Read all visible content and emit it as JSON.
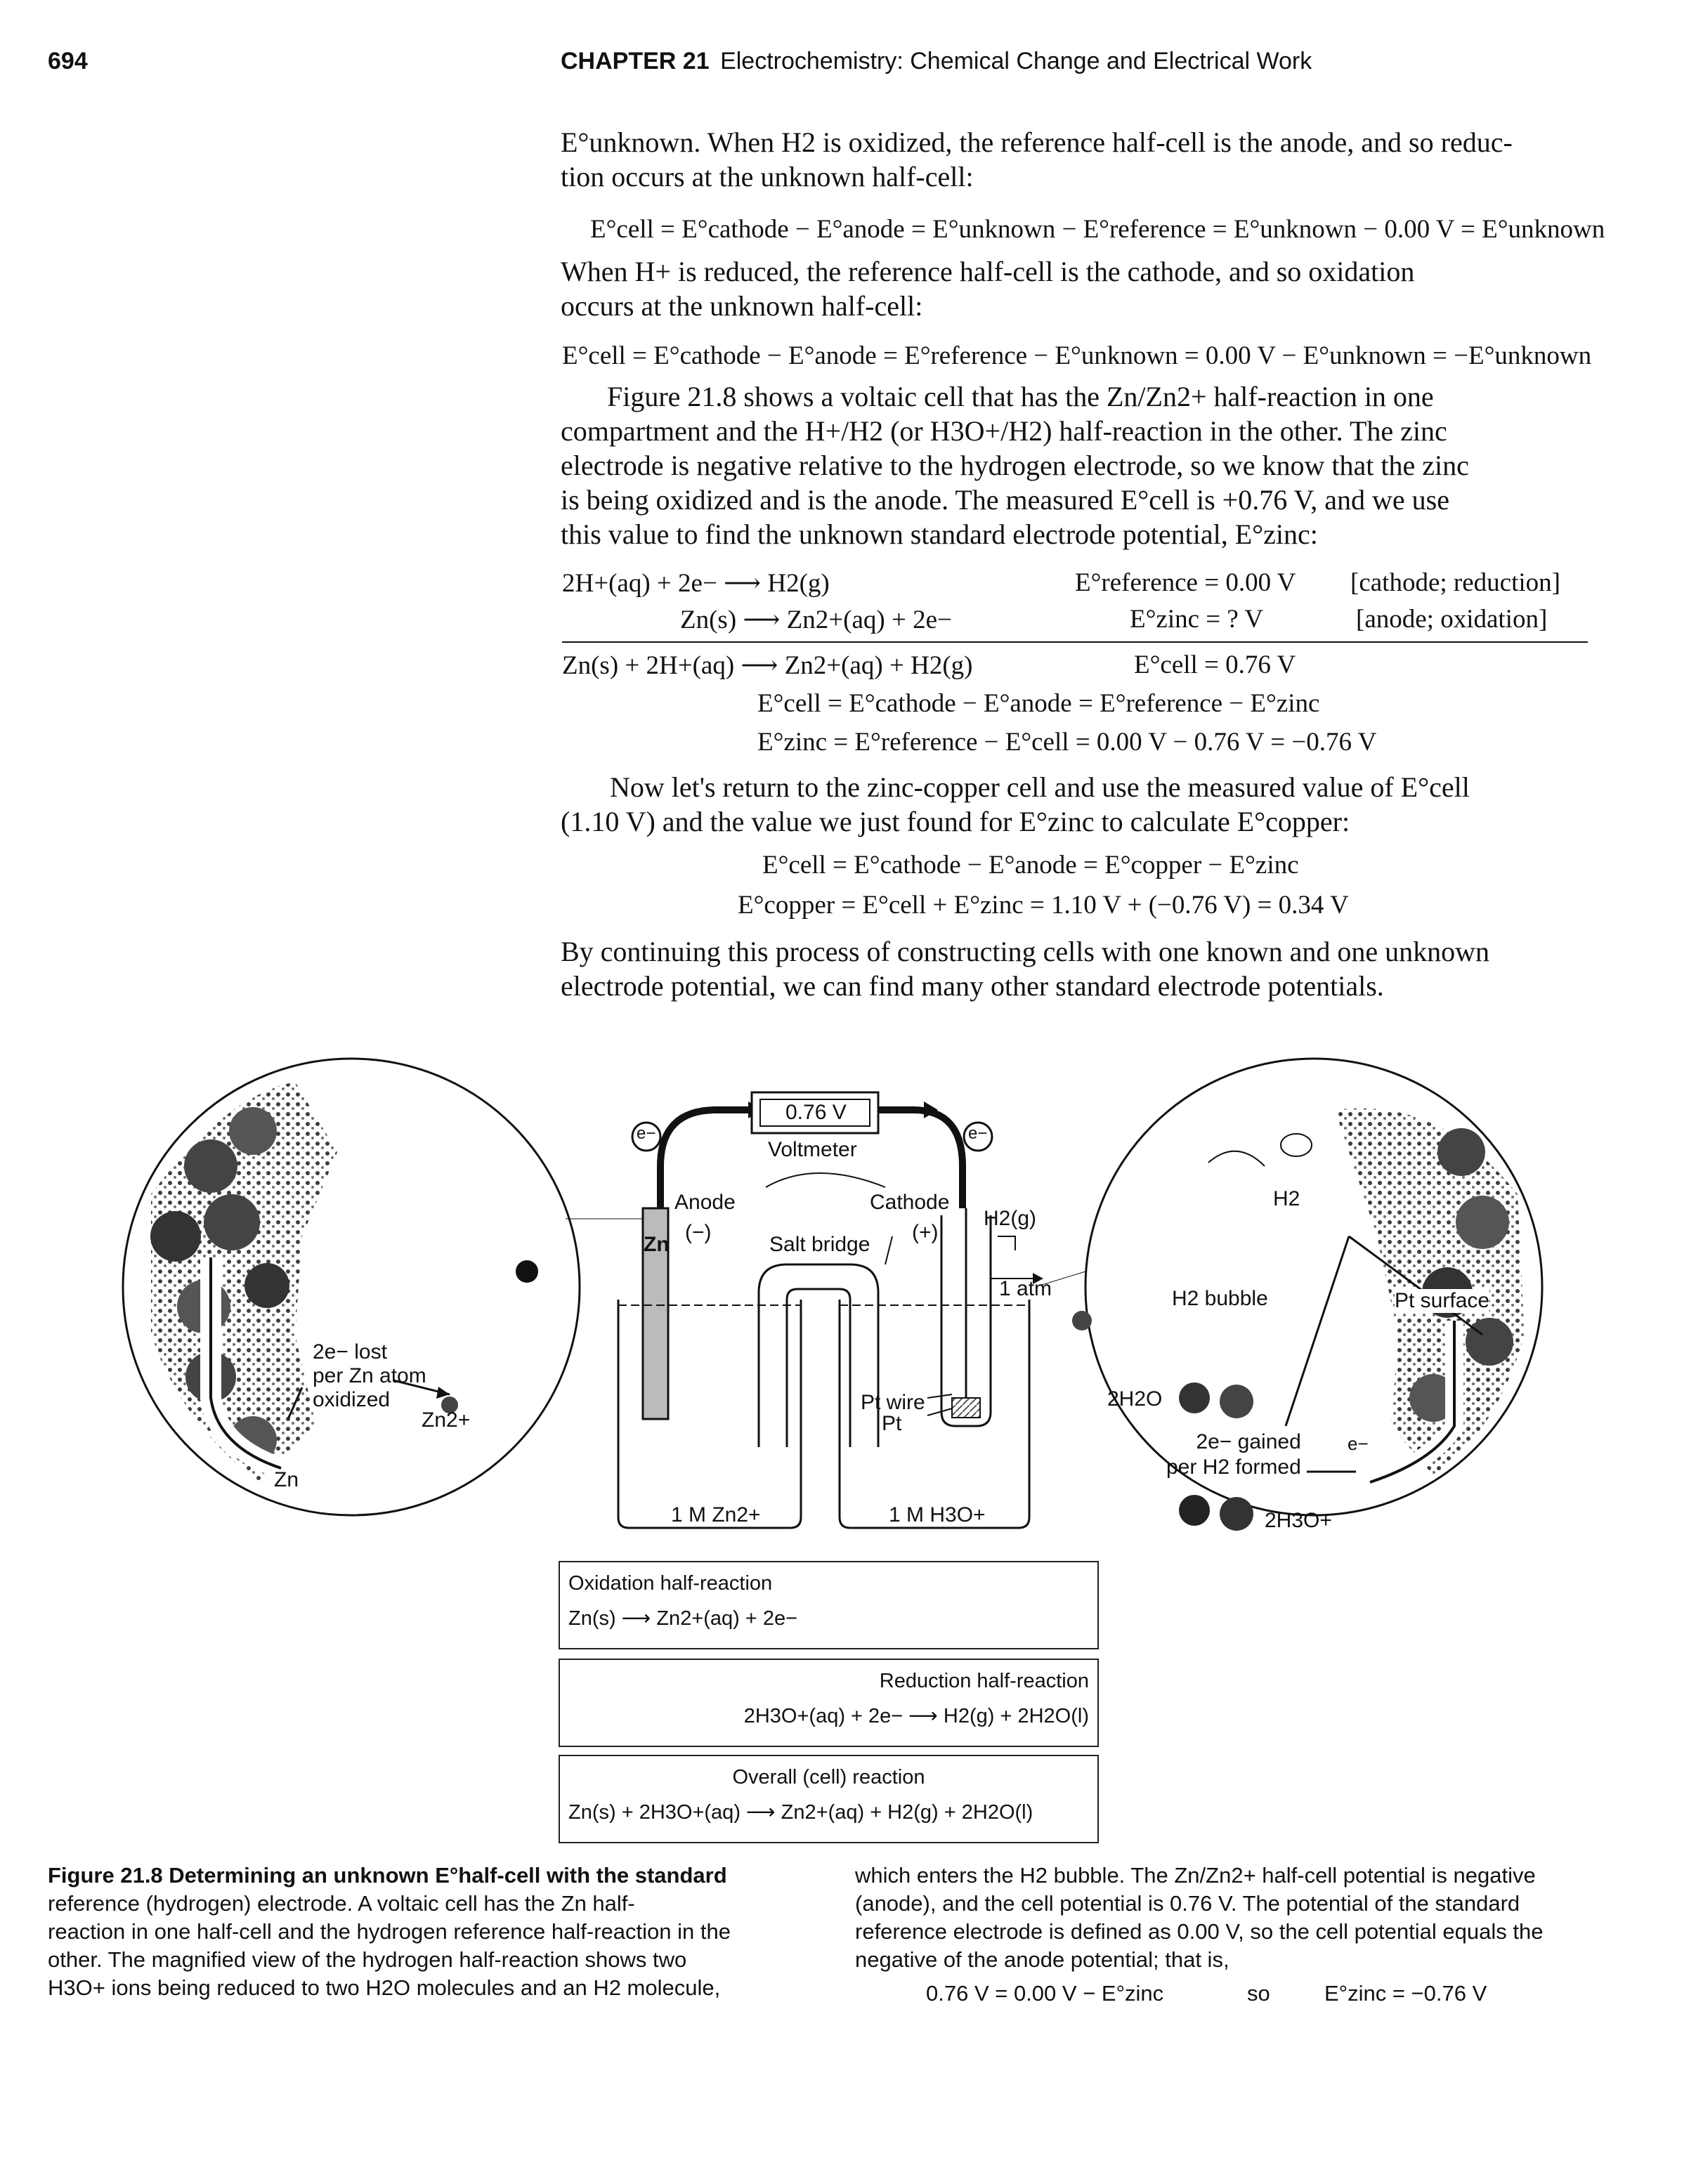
{
  "header": {
    "page_number": "694",
    "chapter": "CHAPTER 21",
    "chapter_title": "Electrochemistry: Chemical Change and Electrical Work"
  },
  "text": {
    "p1_l1": "E°unknown. When H2 is oxidized, the reference half-cell is the anode, and so reduc-",
    "p1_l2": "tion occurs at the unknown half-cell:",
    "eq1": "E°cell = E°cathode − E°anode = E°unknown − E°reference = E°unknown − 0.00 V = E°unknown",
    "p2_l1": "When H+ is reduced, the reference half-cell is the cathode, and so oxidation",
    "p2_l2": "occurs at the unknown half-cell:",
    "eq2": "E°cell = E°cathode − E°anode = E°reference − E°unknown = 0.00 V − E°unknown = −E°unknown",
    "p3": [
      "Figure 21.8 shows a voltaic cell that has the Zn/Zn2+ half-reaction in one",
      "compartment and the H+/H2 (or H3O+/H2) half-reaction in the other. The zinc",
      "electrode is negative relative to the hydrogen electrode, so we know that the zinc",
      "is being oxidized and is the anode. The measured E°cell is +0.76 V, and we use",
      "this value to find the unknown standard electrode potential, E°zinc:"
    ],
    "rxn1_eq": "2H+(aq) + 2e− ⟶ H2(g)",
    "rxn1_pot": "E°reference = 0.00 V",
    "rxn1_note": "[cathode; reduction]",
    "rxn2_eq": "Zn(s) ⟶ Zn2+(aq) + 2e−",
    "rxn2_pot": "E°zinc = ? V",
    "rxn2_note": "[anode; oxidation]",
    "rxn3_eq": "Zn(s) + 2H+(aq) ⟶ Zn2+(aq) + H2(g)",
    "rxn3_pot": "E°cell = 0.76 V",
    "eq3": "E°cell = E°cathode − E°anode = E°reference − E°zinc",
    "eq4": "E°zinc = E°reference − E°cell = 0.00 V − 0.76 V = −0.76 V",
    "p4_l1": "Now let's return to the zinc-copper cell and use the measured value of E°cell",
    "p4_l2": "(1.10 V) and the value we just found for E°zinc to calculate E°copper:",
    "eq5": "E°cell = E°cathode − E°anode = E°copper − E°zinc",
    "eq6": "E°copper = E°cell + E°zinc = 1.10 V + (−0.76 V) = 0.34 V",
    "p5_l1": "By continuing this process of constructing cells with one known and one unknown",
    "p5_l2": "electrode potential, we can find many other standard electrode potentials."
  },
  "figure": {
    "voltmeter_reading": "0.76 V",
    "voltmeter_label": "Voltmeter",
    "electron_left": "e−",
    "electron_right": "e−",
    "anode_label": "Anode",
    "anode_sign": "(−)",
    "zn_electrode": "Zn",
    "cathode_label": "Cathode",
    "cathode_sign": "(+)",
    "h2_gas": "H2(g)",
    "pressure": "1 atm",
    "salt_bridge": "Salt bridge",
    "pt_wire": "Pt wire",
    "pt": "Pt",
    "left_solution": "1 M Zn2+",
    "right_solution": "1 M H3O+",
    "left_lost_l1": "2e− lost",
    "left_lost_l2": "per Zn atom",
    "left_lost_l3": "oxidized",
    "left_zn2plus": "Zn2+",
    "left_zn": "Zn",
    "right_h2": "H2",
    "right_bubble": "H2 bubble",
    "right_pt_surface": "Pt surface",
    "right_2h2o": "2H2O",
    "right_gained_l1": "2e− gained",
    "right_gained_l2": "per H2 formed",
    "right_2h3o": "2H3O+",
    "right_e": "e−",
    "ox_title": "Oxidation half-reaction",
    "ox_eq": "Zn(s) ⟶ Zn2+(aq) + 2e−",
    "red_title": "Reduction half-reaction",
    "red_eq": "2H3O+(aq) + 2e− ⟶ H2(g) + 2H2O(l)",
    "overall_title": "Overall (cell) reaction",
    "overall_eq": "Zn(s) + 2H3O+(aq) ⟶ Zn2+(aq) + H2(g) + 2H2O(l)"
  },
  "caption": {
    "label": "Figure 21.8",
    "bold_title": "Determining an unknown E°half-cell with the standard reference (hydrogen) electrode.",
    "left_lines": [
      "Figure 21.8 Determining an unknown E°half-cell with the standard",
      "reference (hydrogen) electrode. A voltaic cell has the Zn half-",
      "reaction in one half-cell and the hydrogen reference half-reaction in the",
      "other. The magnified view of the hydrogen half-reaction shows two",
      "H3O+ ions being reduced to two H2O molecules and an H2 molecule,"
    ],
    "right_lines": [
      "which enters the H2 bubble. The Zn/Zn2+ half-cell potential is negative",
      "(anode), and the cell potential is 0.76 V. The potential of the standard",
      "reference electrode is defined as 0.00 V, so the cell potential equals the",
      "negative of the anode potential; that is,"
    ],
    "final_eq_left": "0.76 V = 0.00 V − E°zinc",
    "final_so": "so",
    "final_eq_right": "E°zinc = −0.76 V"
  }
}
